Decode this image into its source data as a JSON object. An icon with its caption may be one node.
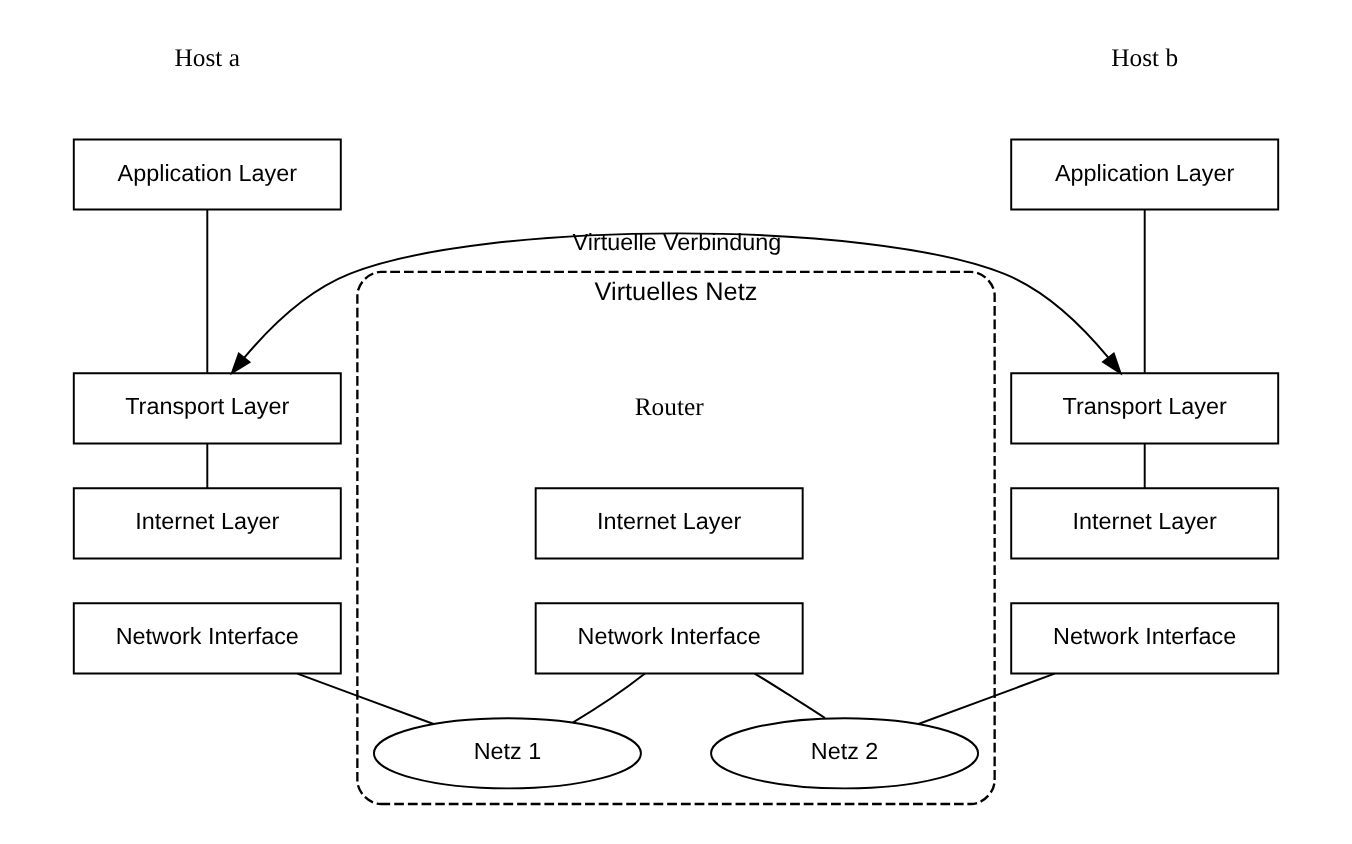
{
  "diagram": {
    "nodes": [
      {
        "text": [
          "Virtuelles Netz"
        ]
      },
      {
        "text": [
          "Application Layer"
        ]
      },
      {
        "text": [
          "Transport Layer"
        ]
      },
      {
        "text": [
          "Internet Layer"
        ]
      },
      {
        "text": [
          "Network Interface"
        ]
      },
      {
        "text": [
          "Internet Layer"
        ],
        "in": 0
      },
      {
        "text": [
          "Network Interface"
        ],
        "in": 0
      },
      {
        "text": [
          "Application Layer"
        ]
      },
      {
        "text": [
          "Transport Layer"
        ]
      },
      {
        "text": [
          "Internet Layer"
        ]
      },
      {
        "text": [
          "Network Interface"
        ]
      },
      {
        "text": [
          "Netz 1"
        ],
        "in": 0
      },
      {
        "text": [
          "Netz 2"
        ],
        "in": 0
      }
    ],
    "edges": [
      {
        "from": 1,
        "to": 2,
        "arrow": "none"
      },
      {
        "from": 2,
        "to": 3,
        "arrow": "none"
      },
      {
        "from": 2,
        "to": 8,
        "arrow": "both",
        "label": "Virtuelle Verbindung"
      },
      {
        "from": 7,
        "to": 8,
        "arrow": "none"
      },
      {
        "from": 8,
        "to": 9,
        "arrow": "none"
      },
      {
        "from": 4,
        "to": 11,
        "arrow": "none"
      },
      {
        "from": 11,
        "to": 6,
        "arrow": "none"
      },
      {
        "from": 6,
        "to": 12,
        "arrow": "none"
      },
      {
        "from": 12,
        "to": 10,
        "arrow": "none"
      }
    ],
    "labels": [
      "Host a",
      "Host b",
      "Router"
    ]
  }
}
